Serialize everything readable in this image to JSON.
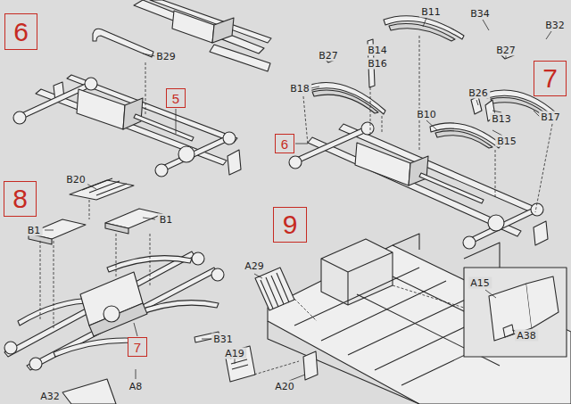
{
  "diagram": {
    "nodes": [
      {
        "text": [
          "6"
        ]
      },
      {
        "text": [
          "7"
        ]
      },
      {
        "text": [
          "5"
        ]
      },
      {
        "text": [
          "6"
        ]
      },
      {
        "text": [
          "8"
        ]
      },
      {
        "text": [
          "9"
        ]
      },
      {
        "text": [
          "7"
        ]
      }
    ],
    "labels": [
      "B34",
      "B32",
      "B11",
      "B29",
      "B27",
      "B14",
      "B16",
      "B27",
      "B18",
      "B26",
      "B13",
      "B17",
      "B10",
      "B15",
      "B20",
      "B1",
      "B1",
      "B31",
      "A29",
      "A15",
      "A38",
      "A19",
      "A20",
      "A32",
      "A8"
    ]
  }
}
